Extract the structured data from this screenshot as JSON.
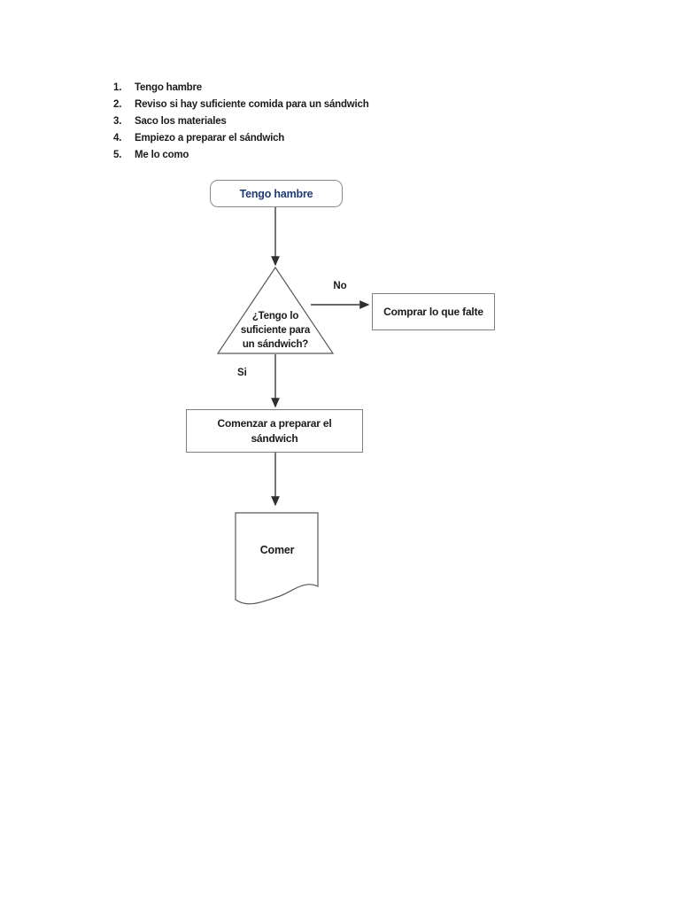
{
  "steps_list": {
    "items": [
      {
        "number": "1.",
        "text": "Tengo hambre"
      },
      {
        "number": "2.",
        "text": "Reviso si hay suficiente comida para un sándwich"
      },
      {
        "number": "3.",
        "text": "Saco los materiales"
      },
      {
        "number": "4.",
        "text": "Empiezo a preparar el sándwich"
      },
      {
        "number": "5.",
        "text": "Me lo como"
      }
    ]
  },
  "flowchart": {
    "start_label": "Tengo hambre",
    "decision_label": "¿Tengo lo\nsuficiente para\nun sándwich?",
    "no_label": "No",
    "yes_label": "Si",
    "buy_label": "Comprar lo que falte",
    "prepare_label": "Comenzar a preparar el\nsándwich",
    "eat_label": "Comer",
    "colors": {
      "start_text": "#1f3d73",
      "body_text": "#1a1a1a",
      "box_border": "#7f7f7f",
      "shape_outline": "#595959",
      "arrow": "#3a3a3a",
      "page_background": "#ffffff"
    }
  }
}
